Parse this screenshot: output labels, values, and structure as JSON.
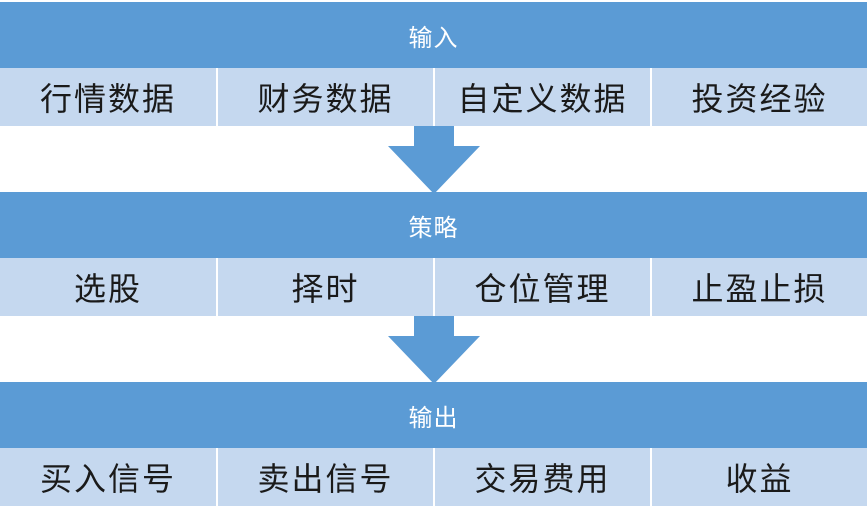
{
  "sections": [
    {
      "title": "输入",
      "items": [
        "行情数据",
        "财务数据",
        "自定义数据",
        "投资经验"
      ]
    },
    {
      "title": "策略",
      "items": [
        "选股",
        "择时",
        "仓位管理",
        "止盈止损"
      ]
    },
    {
      "title": "输出",
      "items": [
        "买入信号",
        "卖出信号",
        "交易费用",
        "收益"
      ]
    }
  ],
  "colors": {
    "header": "#5b9bd5",
    "cell": "#c5d8ef",
    "header_text": "#ffffff",
    "cell_text": "#1a1a1a",
    "arrow": "#5b9bd5"
  }
}
